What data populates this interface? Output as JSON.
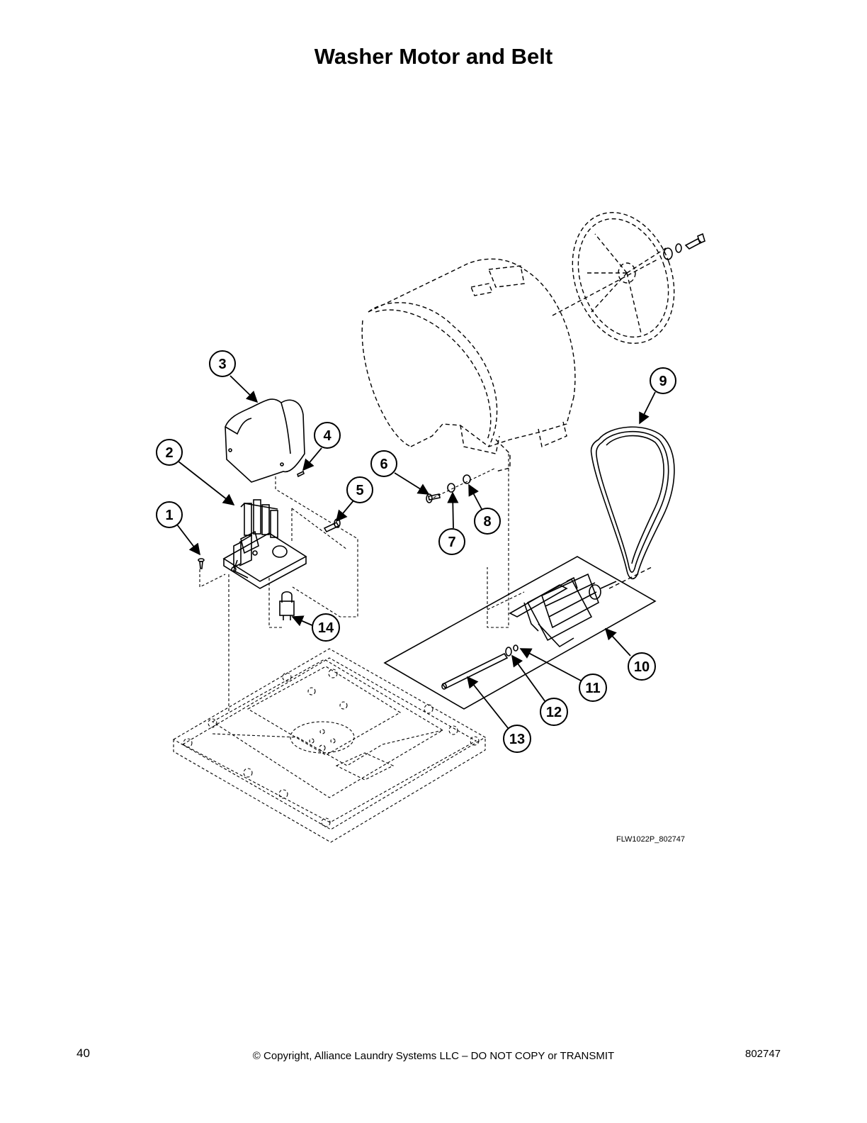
{
  "page": {
    "title": "Washer Motor and Belt",
    "drawing_code": "FLW1022P_802747",
    "footer": {
      "page_number": "40",
      "copyright": "© Copyright, Alliance Laundry Systems LLC – DO NOT COPY or TRANSMIT",
      "document_number": "802747"
    }
  },
  "callouts": [
    {
      "number": "1"
    },
    {
      "number": "2"
    },
    {
      "number": "3"
    },
    {
      "number": "4"
    },
    {
      "number": "5"
    },
    {
      "number": "6"
    },
    {
      "number": "7"
    },
    {
      "number": "8"
    },
    {
      "number": "9"
    },
    {
      "number": "10"
    },
    {
      "number": "11"
    },
    {
      "number": "12"
    },
    {
      "number": "13"
    },
    {
      "number": "14"
    }
  ]
}
